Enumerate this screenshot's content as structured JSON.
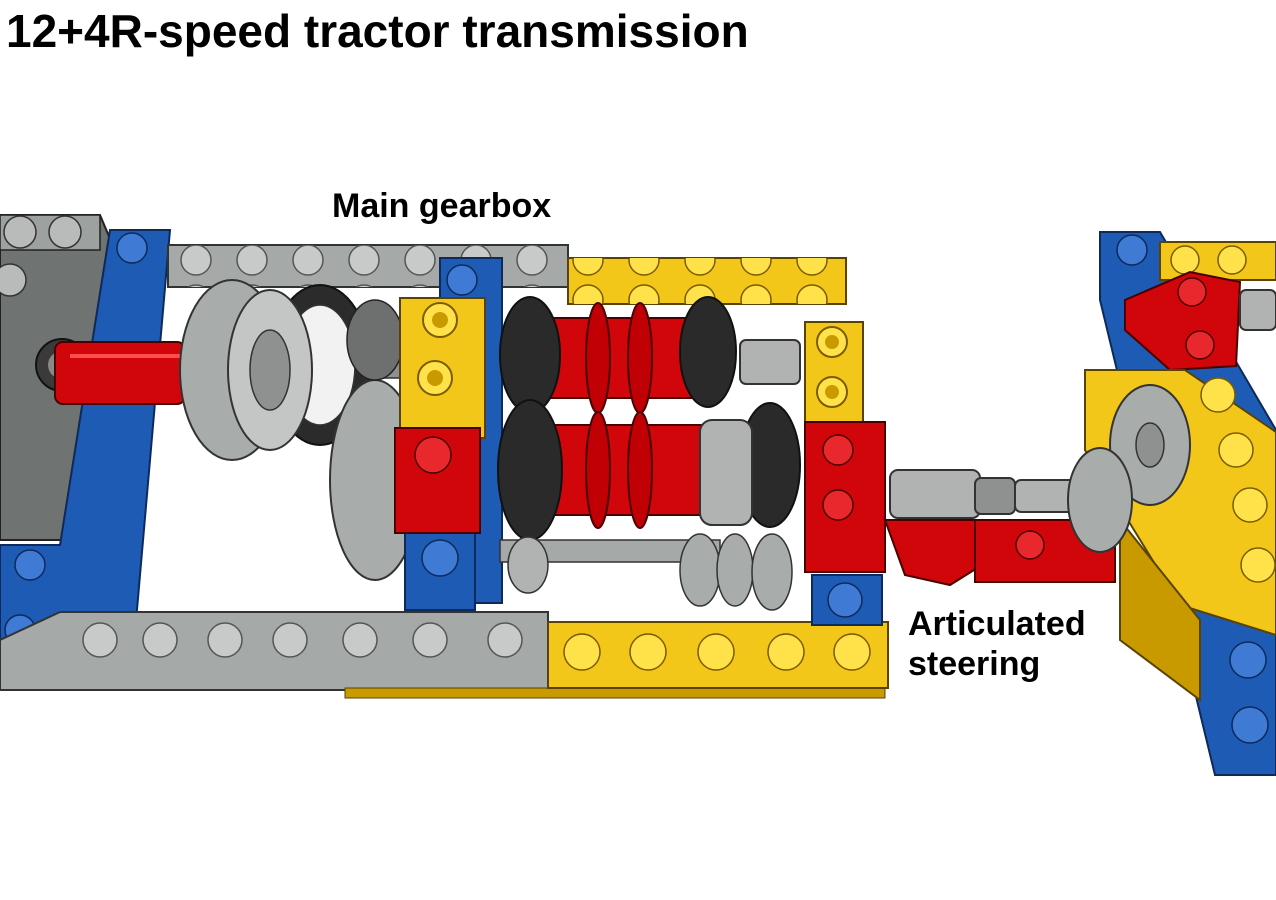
{
  "title": "12+4R-speed tractor transmission",
  "labels": {
    "main_gearbox": "Main gearbox",
    "articulated_steering_line1": "Articulated",
    "articulated_steering_line2": "steering"
  },
  "colors": {
    "blue": "#1e5bb4",
    "light_gray": "#a5a9a7",
    "dark_gray": "#6d706f",
    "yellow": "#f3c61a",
    "red": "#d0060a",
    "black": "#2a2a2a",
    "outline": "#222222"
  }
}
